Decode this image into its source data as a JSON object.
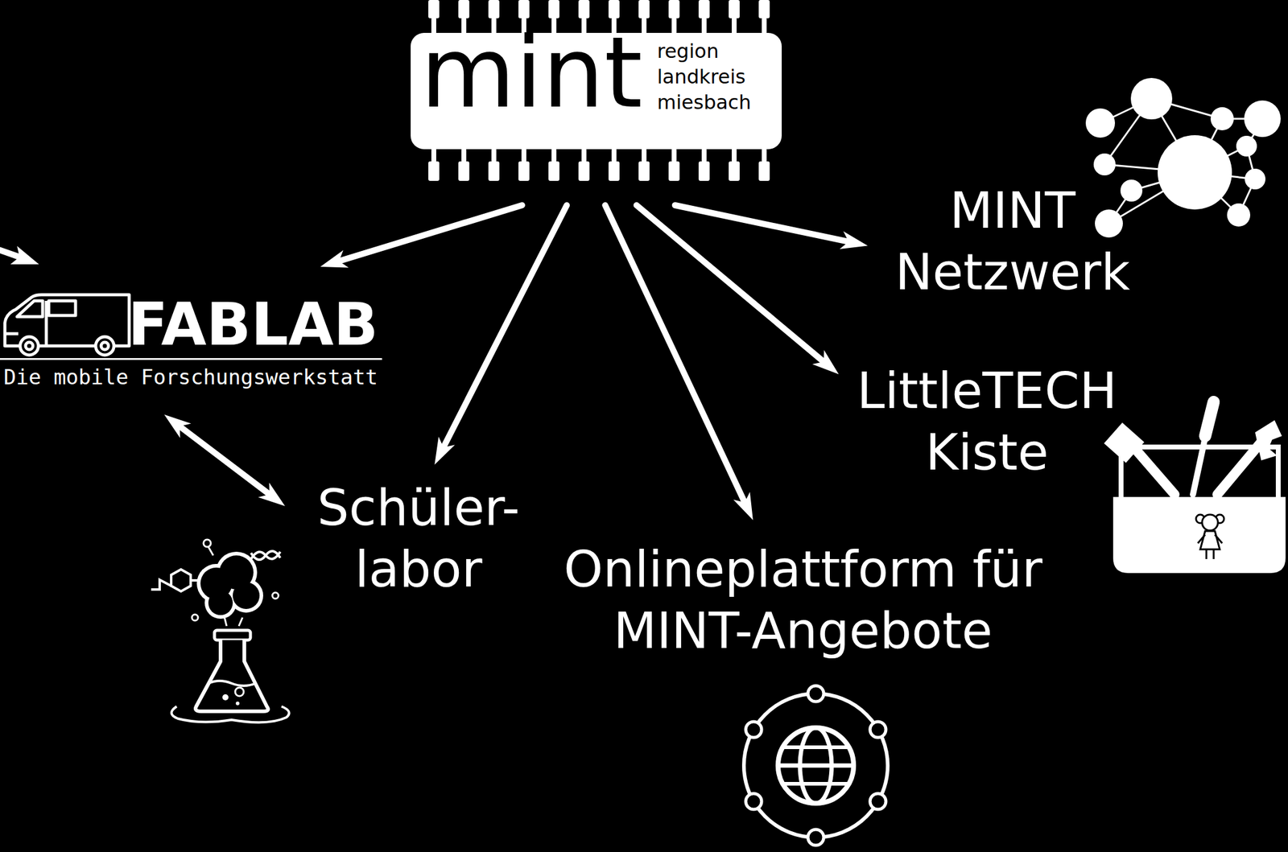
{
  "diagram": {
    "nodes": [
      {
        "text": [
          "mint",
          "region landkreis miesbach"
        ]
      },
      {
        "text": [
          "FABLAB",
          "Die mobile Forschungswerkstatt"
        ]
      },
      {
        "text": [
          "Schüler- labor"
        ]
      },
      {
        "text": [
          "Onlineplattform für MINT-Angebote"
        ]
      },
      {
        "text": [
          "LittleTECH Kiste"
        ]
      },
      {
        "text": [
          "MINT Netzwerk"
        ]
      }
    ],
    "edges": [
      {
        "from": 0,
        "to": 1,
        "arrow": "to"
      },
      {
        "from": 0,
        "to": 2,
        "arrow": "to"
      },
      {
        "from": 0,
        "to": 3,
        "arrow": "to"
      },
      {
        "from": 0,
        "to": 4,
        "arrow": "to"
      },
      {
        "from": 0,
        "to": 5,
        "arrow": "to"
      },
      {
        "from": 1,
        "to": 2,
        "arrow": "both"
      }
    ]
  }
}
